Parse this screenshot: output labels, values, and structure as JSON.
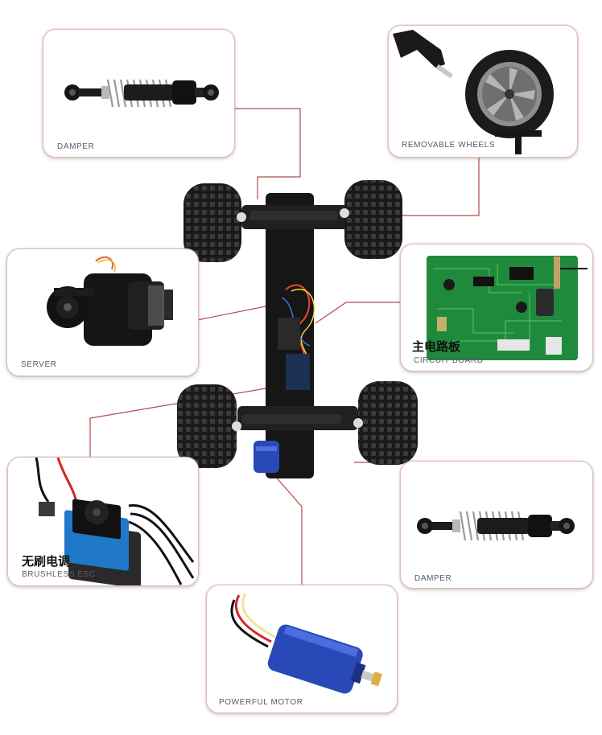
{
  "callouts": {
    "damper_top": "DAMPER",
    "removable_wheels": "REMOVABLE WHEELS",
    "server": "SERVER",
    "circuit_board_cn": "主电路板",
    "circuit_board": "CIRCUIT BOARD",
    "brushless_esc_cn": "无刷电调",
    "brushless_esc": "BRUSHLESS ESC",
    "damper_bottom": "DAMPER",
    "powerful_motor": "POWERFUL MOTOR"
  },
  "colors": {
    "leader_line": "#b04a4a",
    "panel_border": "#e3b9bd",
    "label_text": "#5d5870",
    "pcb_green": "#1f8a3c",
    "motor_blue": "#2a49b8",
    "esc_blue": "#1f79c8"
  }
}
